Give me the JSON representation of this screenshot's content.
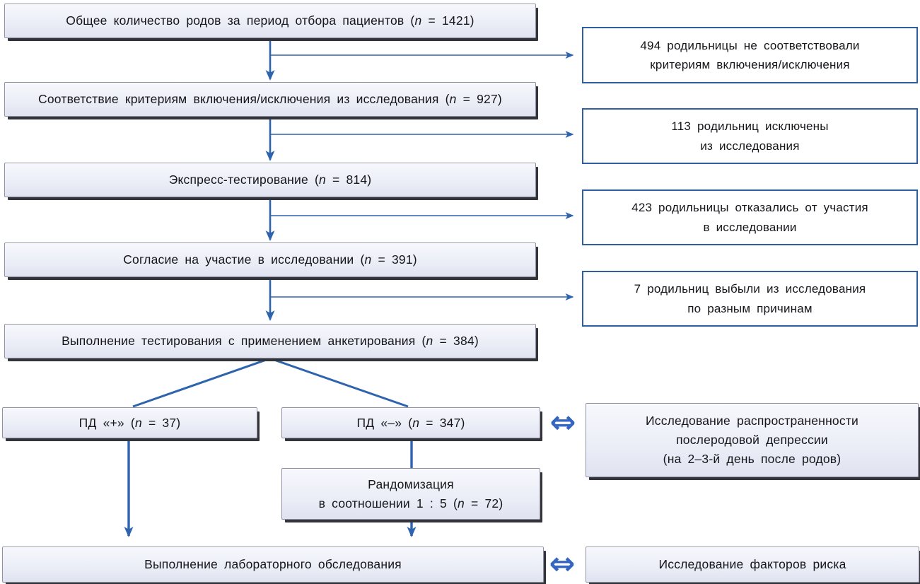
{
  "colors": {
    "arrow_blue": "#2e63ad",
    "side_border": "#2e5f9e",
    "double_arrow": "#3465c0",
    "box_bg_top": "#f7f8fd",
    "box_bg_bottom": "#e0e3f0",
    "box_border": "#8f92a5",
    "box_shadow": "#33343a",
    "text": "#15151a"
  },
  "boxes": {
    "total": {
      "pre": "Общее количество родов за период отбора пациентов (",
      "n": "n",
      "post": " = 1421)"
    },
    "criteria": {
      "pre": "Соответствие критериям включения/исключения из исследования (",
      "n": "n",
      "post": " = 927)"
    },
    "express": {
      "pre": "Экспресс-тестирование (",
      "n": "n",
      "post": " = 814)"
    },
    "consent": {
      "pre": "Согласие на участие в исследовании (",
      "n": "n",
      "post": " = 391)"
    },
    "testing": {
      "pre": "Выполнение тестирования с применением анкетирования (",
      "n": "n",
      "post": " = 384)"
    },
    "pd_plus": {
      "pre": "ПД «+» (",
      "n": "n",
      "post": " = 37)"
    },
    "pd_minus": {
      "pre": "ПД «–» (",
      "n": "n",
      "post": " = 347)"
    },
    "randomization": {
      "line1": "Рандомизация",
      "pre": "в соотношении 1 : 5 (",
      "n": "n",
      "post": " = 72)"
    },
    "lab": {
      "pre": "Выполнение лабораторного обследования",
      "n": "",
      "post": ""
    },
    "risk": {
      "pre": "Исследование факторов риска",
      "n": "",
      "post": ""
    },
    "prevalence": {
      "lines": [
        "Исследование распространенности",
        "послеродовой депрессии",
        "(на 2–3-й день после родов)"
      ]
    }
  },
  "side_boxes": [
    {
      "lines": [
        "494 родильницы не соответствовали",
        "критериям включения/исключения"
      ]
    },
    {
      "lines": [
        "113 родильниц исключены",
        "из исследования"
      ]
    },
    {
      "lines": [
        "423 родильницы отказались от участия",
        "в исследовании"
      ]
    },
    {
      "lines": [
        "7 родильниц выбыли из исследования",
        "по разным причинам"
      ]
    }
  ],
  "symbols": {
    "double_arrow": "⇔"
  }
}
